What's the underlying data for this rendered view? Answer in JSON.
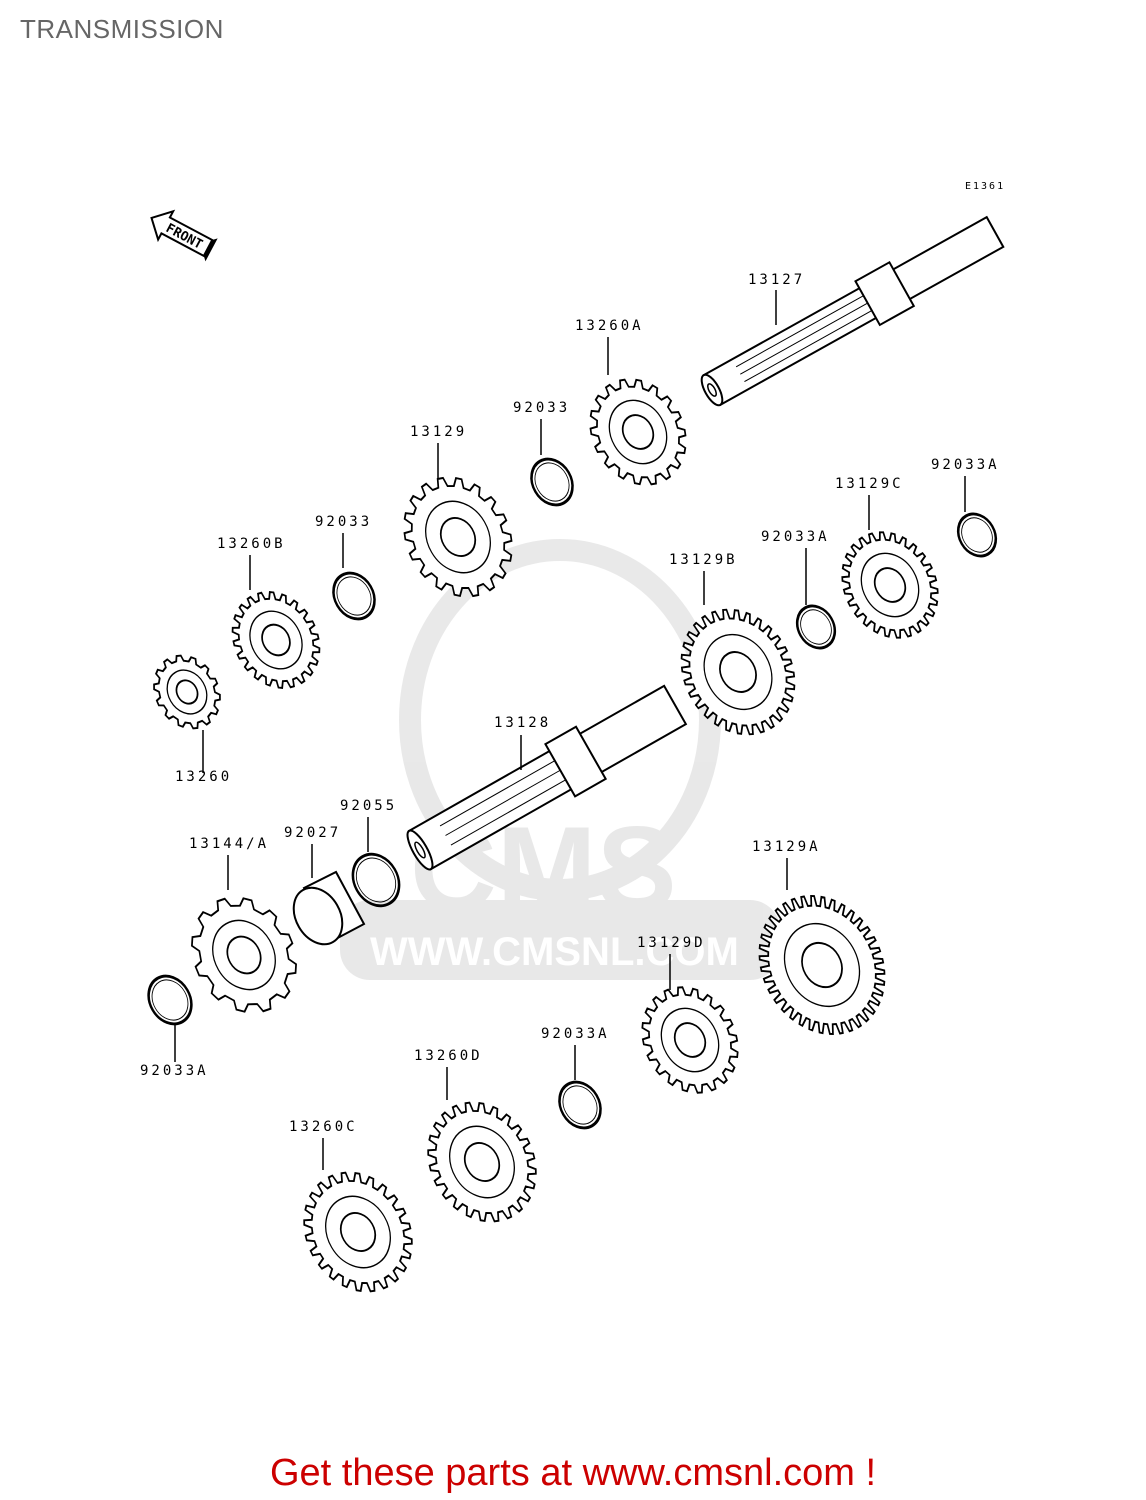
{
  "title": "TRANSMISSION",
  "diagram_code": "E1361",
  "front_marker": "FRONT",
  "watermark": {
    "logo_text": "CMS",
    "url_text": "WWW.CMSNL.COM"
  },
  "parts": [
    {
      "id": "13127",
      "label": "13127"
    },
    {
      "id": "13260A",
      "label": "13260A"
    },
    {
      "id": "92033-upper",
      "label": "92033"
    },
    {
      "id": "13129",
      "label": "13129"
    },
    {
      "id": "92033-left",
      "label": "92033"
    },
    {
      "id": "13260B",
      "label": "13260B"
    },
    {
      "id": "13260",
      "label": "13260"
    },
    {
      "id": "92033A-right",
      "label": "92033A"
    },
    {
      "id": "13129C",
      "label": "13129C"
    },
    {
      "id": "92033A-mid",
      "label": "92033A"
    },
    {
      "id": "13129B",
      "label": "13129B"
    },
    {
      "id": "13128",
      "label": "13128"
    },
    {
      "id": "92055",
      "label": "92055"
    },
    {
      "id": "92027",
      "label": "92027"
    },
    {
      "id": "13144A",
      "label": "13144/A"
    },
    {
      "id": "92033A-left",
      "label": "92033A"
    },
    {
      "id": "13129A",
      "label": "13129A"
    },
    {
      "id": "13129D",
      "label": "13129D"
    },
    {
      "id": "92033A-lower",
      "label": "92033A"
    },
    {
      "id": "13260D",
      "label": "13260D"
    },
    {
      "id": "13260C",
      "label": "13260C"
    }
  ],
  "footer": "Get these parts at www.cmsnl.com !"
}
